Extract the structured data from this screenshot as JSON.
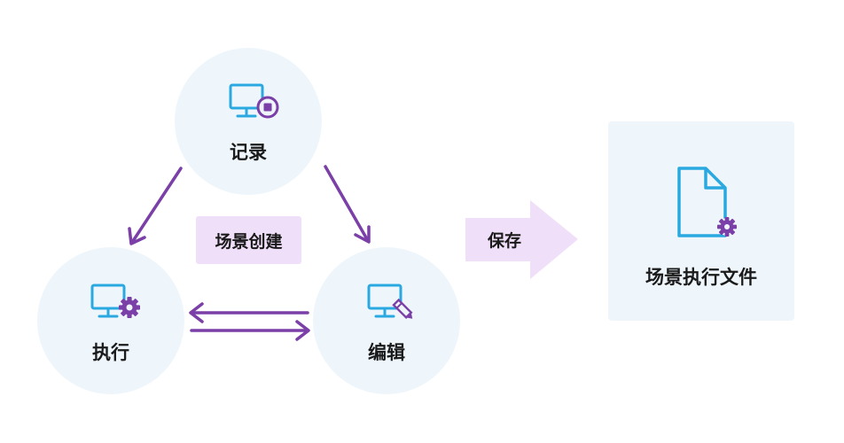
{
  "nodes": {
    "record": {
      "label": "记录",
      "icon": "monitor-record-icon"
    },
    "execute": {
      "label": "执行",
      "icon": "monitor-gear-icon"
    },
    "edit": {
      "label": "编辑",
      "icon": "monitor-pencil-icon"
    }
  },
  "scene_create_label": "场景创建",
  "save_label": "保存",
  "output": {
    "label": "场景执行文件",
    "icon": "file-gear-icon"
  },
  "colors": {
    "blue": "#2aa8e0",
    "purple": "#7b3fa8",
    "light_bg": "#eef6fc",
    "tag_bg": "#f0dff8"
  }
}
